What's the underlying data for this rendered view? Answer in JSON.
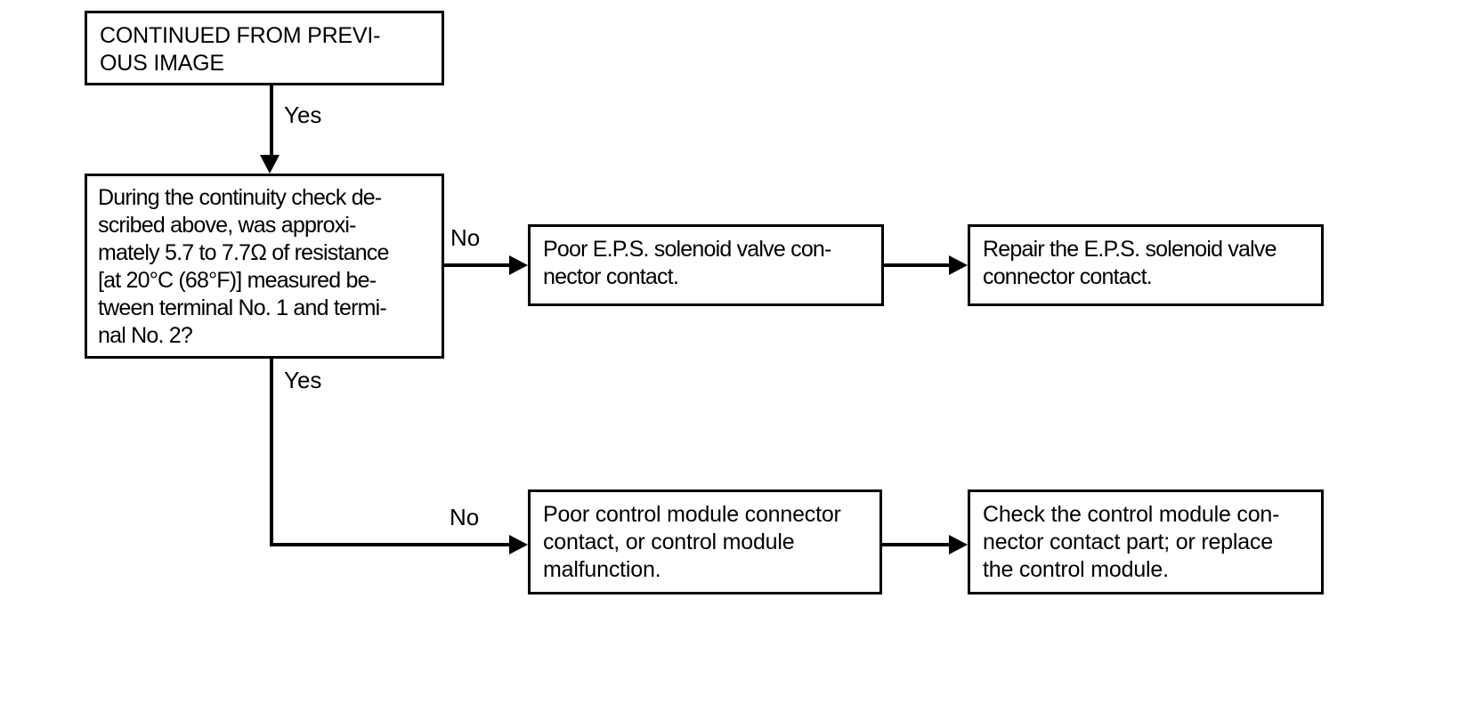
{
  "diagram": {
    "title": "E.P.S. solenoid valve continuity diagnostic flowchart",
    "type": "flowchart",
    "background_color": "#ffffff",
    "line_color": "#000000",
    "text_color": "#000000"
  },
  "nodes": {
    "continued": {
      "id": "continued-from-previous-image",
      "shape": "rectangle",
      "lines": [
        "CONTINUED  FROM  PREVI-",
        "OUS IMAGE"
      ]
    },
    "question": {
      "id": "continuity-check-question",
      "shape": "rectangle",
      "lines": [
        "During the continuity check de-",
        "scribed above, was approxi-",
        "mately 5.7 to 7.7Ω of resistance",
        "[at 20°C (68°F)] measured be-",
        "tween terminal No. 1 and termi-",
        "nal No. 2?"
      ]
    },
    "poor_eps": {
      "id": "poor-eps-solenoid-valve-connector-contact",
      "shape": "rectangle",
      "lines": [
        "Poor E.P.S. solenoid valve con-",
        "nector contact."
      ]
    },
    "repair_eps": {
      "id": "repair-eps-solenoid-valve-connector-contact",
      "shape": "rectangle",
      "lines": [
        "Repair the E.P.S. solenoid valve",
        "connector contact."
      ]
    },
    "poor_control_module": {
      "id": "poor-control-module-connector-contact",
      "shape": "rectangle",
      "lines": [
        "Poor control module connector",
        "contact, or control module",
        "malfunction."
      ]
    },
    "check_control_module": {
      "id": "check-control-module-connector-contact",
      "shape": "rectangle",
      "lines": [
        "Check the control module con-",
        "nector contact part; or replace",
        "the control module."
      ]
    }
  },
  "edges": [
    {
      "id": "continued-to-question",
      "from": "continued",
      "to": "question",
      "label": "Yes",
      "direction": "down"
    },
    {
      "id": "question-to-poor-eps",
      "from": "question",
      "to": "poor_eps",
      "label": "No",
      "direction": "right"
    },
    {
      "id": "poor-eps-to-repair-eps",
      "from": "poor_eps",
      "to": "repair_eps",
      "label": "",
      "direction": "right"
    },
    {
      "id": "question-to-poor-control-module",
      "from": "question",
      "to": "poor_control_module",
      "label_start": "Yes",
      "label_end": "No",
      "direction": "down-then-right"
    },
    {
      "id": "poor-control-module-to-check-control-module",
      "from": "poor_control_module",
      "to": "check_control_module",
      "label": "",
      "direction": "right"
    }
  ],
  "labels": {
    "yes_top": "Yes",
    "no_upper": "No",
    "yes_middle": "Yes",
    "no_lower": "No"
  }
}
